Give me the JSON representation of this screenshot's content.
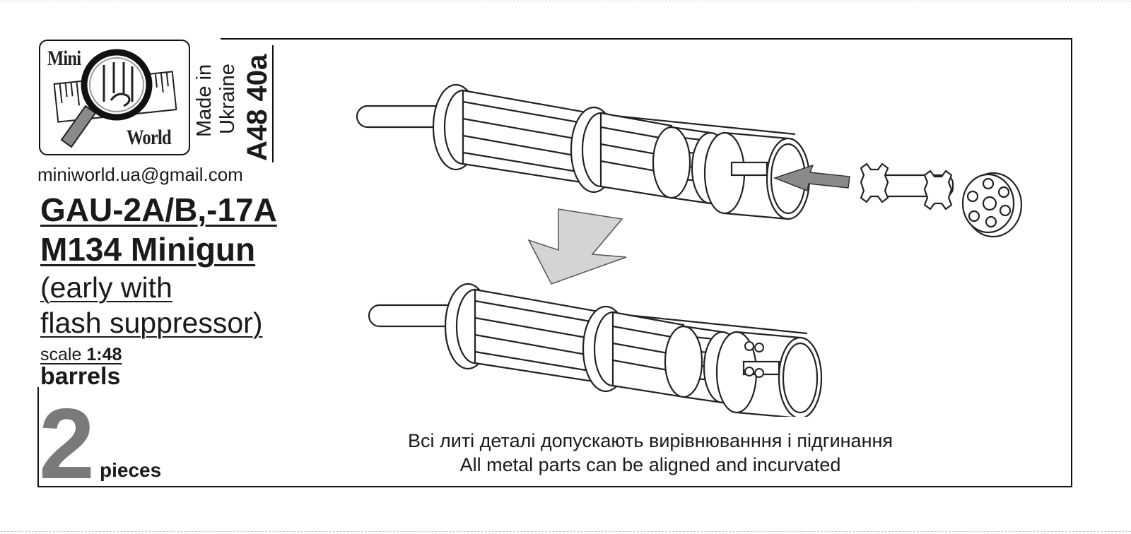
{
  "brand": {
    "logo_word_top": "Mini",
    "logo_word_bottom": "World",
    "made_in_line1": "Made in",
    "made_in_line2": "Ukraine",
    "catalog_number": "A48 40a"
  },
  "contact": {
    "email": "miniworld.ua@gmail.com"
  },
  "product": {
    "title_line1": "GAU-2A/B,-17A",
    "title_line2": "M134 Minigun",
    "subtitle_line1": "(early with",
    "subtitle_line2": "flash suppressor)",
    "scale_prefix": "scale",
    "scale_value": "1:48",
    "part_type": "barrels",
    "count": "2",
    "count_unit": "pieces"
  },
  "notes": {
    "ukrainian": "Всі литі деталі допускають вирівнюванння і підгинання",
    "english": "All metal parts can be aligned and incurvated"
  },
  "icons": {
    "logo": "magnifier-ruler-logo-icon",
    "down_arrow": "assembly-arrow-icon",
    "insert_arrow": "insert-arrow-icon"
  },
  "colors": {
    "count_gray": "#7a7a7a",
    "arrow_fill": "#d4d4d4",
    "arrow_dark": "#8a8a8a"
  }
}
